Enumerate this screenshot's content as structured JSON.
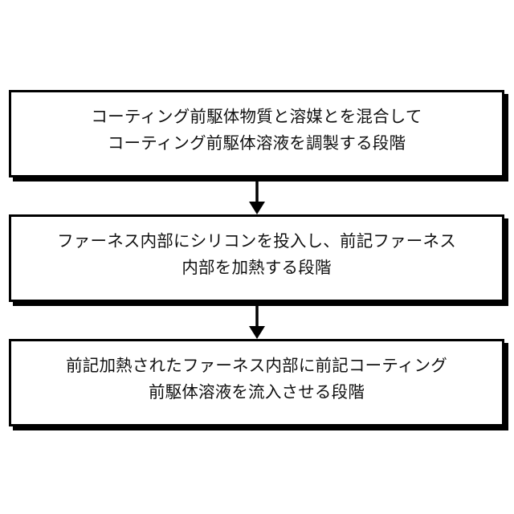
{
  "diagram": {
    "type": "flowchart",
    "orientation": "vertical",
    "background_color": "#ffffff",
    "line_color": "#000000",
    "text_color": "#101010",
    "steps": [
      {
        "id": "step-1",
        "lines": [
          "コーティング前駆体物質と溶媒とを混合して",
          "コーティング前駆体溶液を調製する段階"
        ]
      },
      {
        "id": "step-2",
        "lines": [
          "ファーネス内部にシリコンを投入し、前記ファーネス",
          "内部を加熱する段階"
        ]
      },
      {
        "id": "step-3",
        "lines": [
          "前記加熱されたファーネス内部に前記コーティング",
          "前駆体溶液を流入させる段階"
        ]
      }
    ],
    "connectors": [
      {
        "id": "connector-1",
        "from": "step-1",
        "to": "step-2",
        "arrowhead": "filled-triangle-down"
      },
      {
        "id": "connector-2",
        "from": "step-2",
        "to": "step-3",
        "arrowhead": "filled-triangle-down"
      }
    ]
  }
}
